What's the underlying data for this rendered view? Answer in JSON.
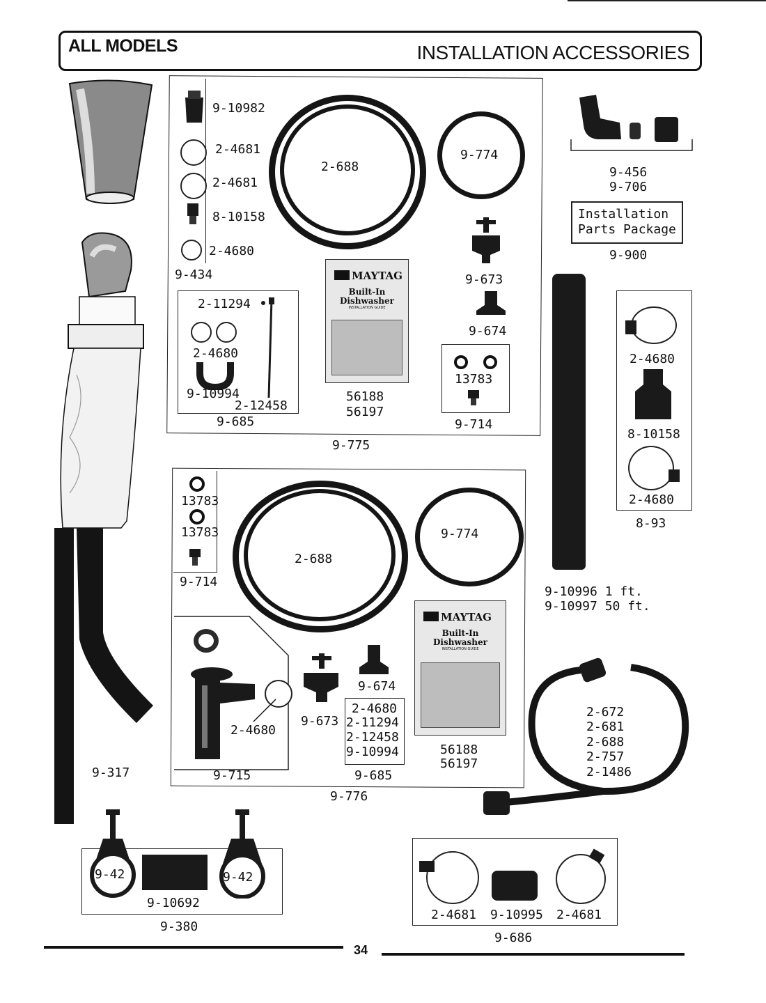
{
  "header": {
    "left": "ALL MODELS",
    "right": "INSTALLATION ACCESSORIES"
  },
  "page_number": "34",
  "package_label": {
    "line1": "Installation",
    "line2": "Parts Package"
  },
  "booklet": {
    "brand": "MAYTAG",
    "line1": "Built-In",
    "line2": "Dishwasher",
    "line3": "INSTALLATION GUIDE"
  },
  "labels": {
    "p_10982": "9-10982",
    "p_4681a": "2-4681",
    "p_4681b": "2-4681",
    "p_10158a": "8-10158",
    "p_4680a": "2-4680",
    "p_434": "9-434",
    "p_688a": "2-688",
    "p_774a": "9-774",
    "p_456": "9-456",
    "p_706": "9-706",
    "p_900": "9-900",
    "p_673a": "9-673",
    "p_674a": "9-674",
    "p_11294a": "2-11294",
    "p_4680b": "2-4680",
    "p_10994a": "9-10994",
    "p_12458a": "2-12458",
    "p_685a": "9-685",
    "p_56188a": "56188",
    "p_56197a": "56197",
    "p_13783a": "13783",
    "p_714a": "9-714",
    "p_775": "9-775",
    "p_4680c": "2-4680",
    "p_10158b": "8-10158",
    "p_4680d": "2-4680",
    "p_93": "8-93",
    "p_13783b": "13783",
    "p_13783c": "13783",
    "p_714b": "9-714",
    "p_688b": "2-688",
    "p_774b": "9-774",
    "p_10996": "9-10996 1 ft.",
    "p_10997": "9-10997 50 ft.",
    "p_674b": "9-674",
    "p_673b": "9-673",
    "p_4680e": "2-4680",
    "p_685_list1": "2-4680",
    "p_685_list2": "2-11294",
    "p_685_list3": "2-12458",
    "p_685_list4": "9-10994",
    "p_56188b": "56188",
    "p_56197b": "56197",
    "p_715": "9-715",
    "p_685b": "9-685",
    "p_776": "9-776",
    "p_672": "2-672",
    "p_681": "2-681",
    "p_688c": "2-688",
    "p_757": "2-757",
    "p_1486": "2-1486",
    "p_317": "9-317",
    "p_42a": "9-42",
    "p_42b": "9-42",
    "p_10692": "9-10692",
    "p_380": "9-380",
    "p_4681c": "2-4681",
    "p_10995": "9-10995",
    "p_4681d": "2-4681",
    "p_686": "9-686"
  }
}
